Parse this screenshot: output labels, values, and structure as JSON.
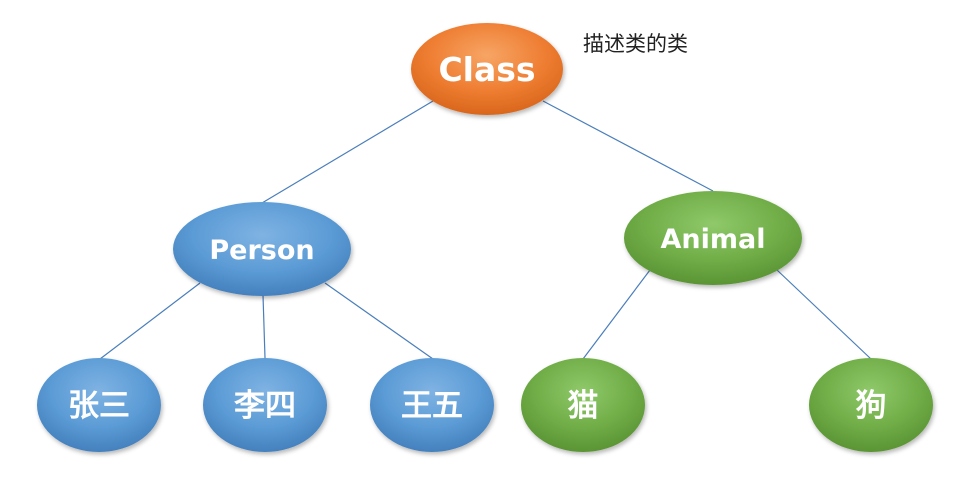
{
  "diagram": {
    "annotation": "描述类的类",
    "root": {
      "label": "Class",
      "color": "#ed7d31"
    },
    "branches": [
      {
        "label": "Person",
        "color": "#5b9bd5",
        "children": [
          "张三",
          "李四",
          "王五"
        ]
      },
      {
        "label": "Animal",
        "color": "#70ad47",
        "children": [
          "猫",
          "狗"
        ]
      }
    ],
    "colors": {
      "edge": "#4a7ebb",
      "label_text": "#ffffff",
      "annotation_text": "#222222"
    }
  }
}
